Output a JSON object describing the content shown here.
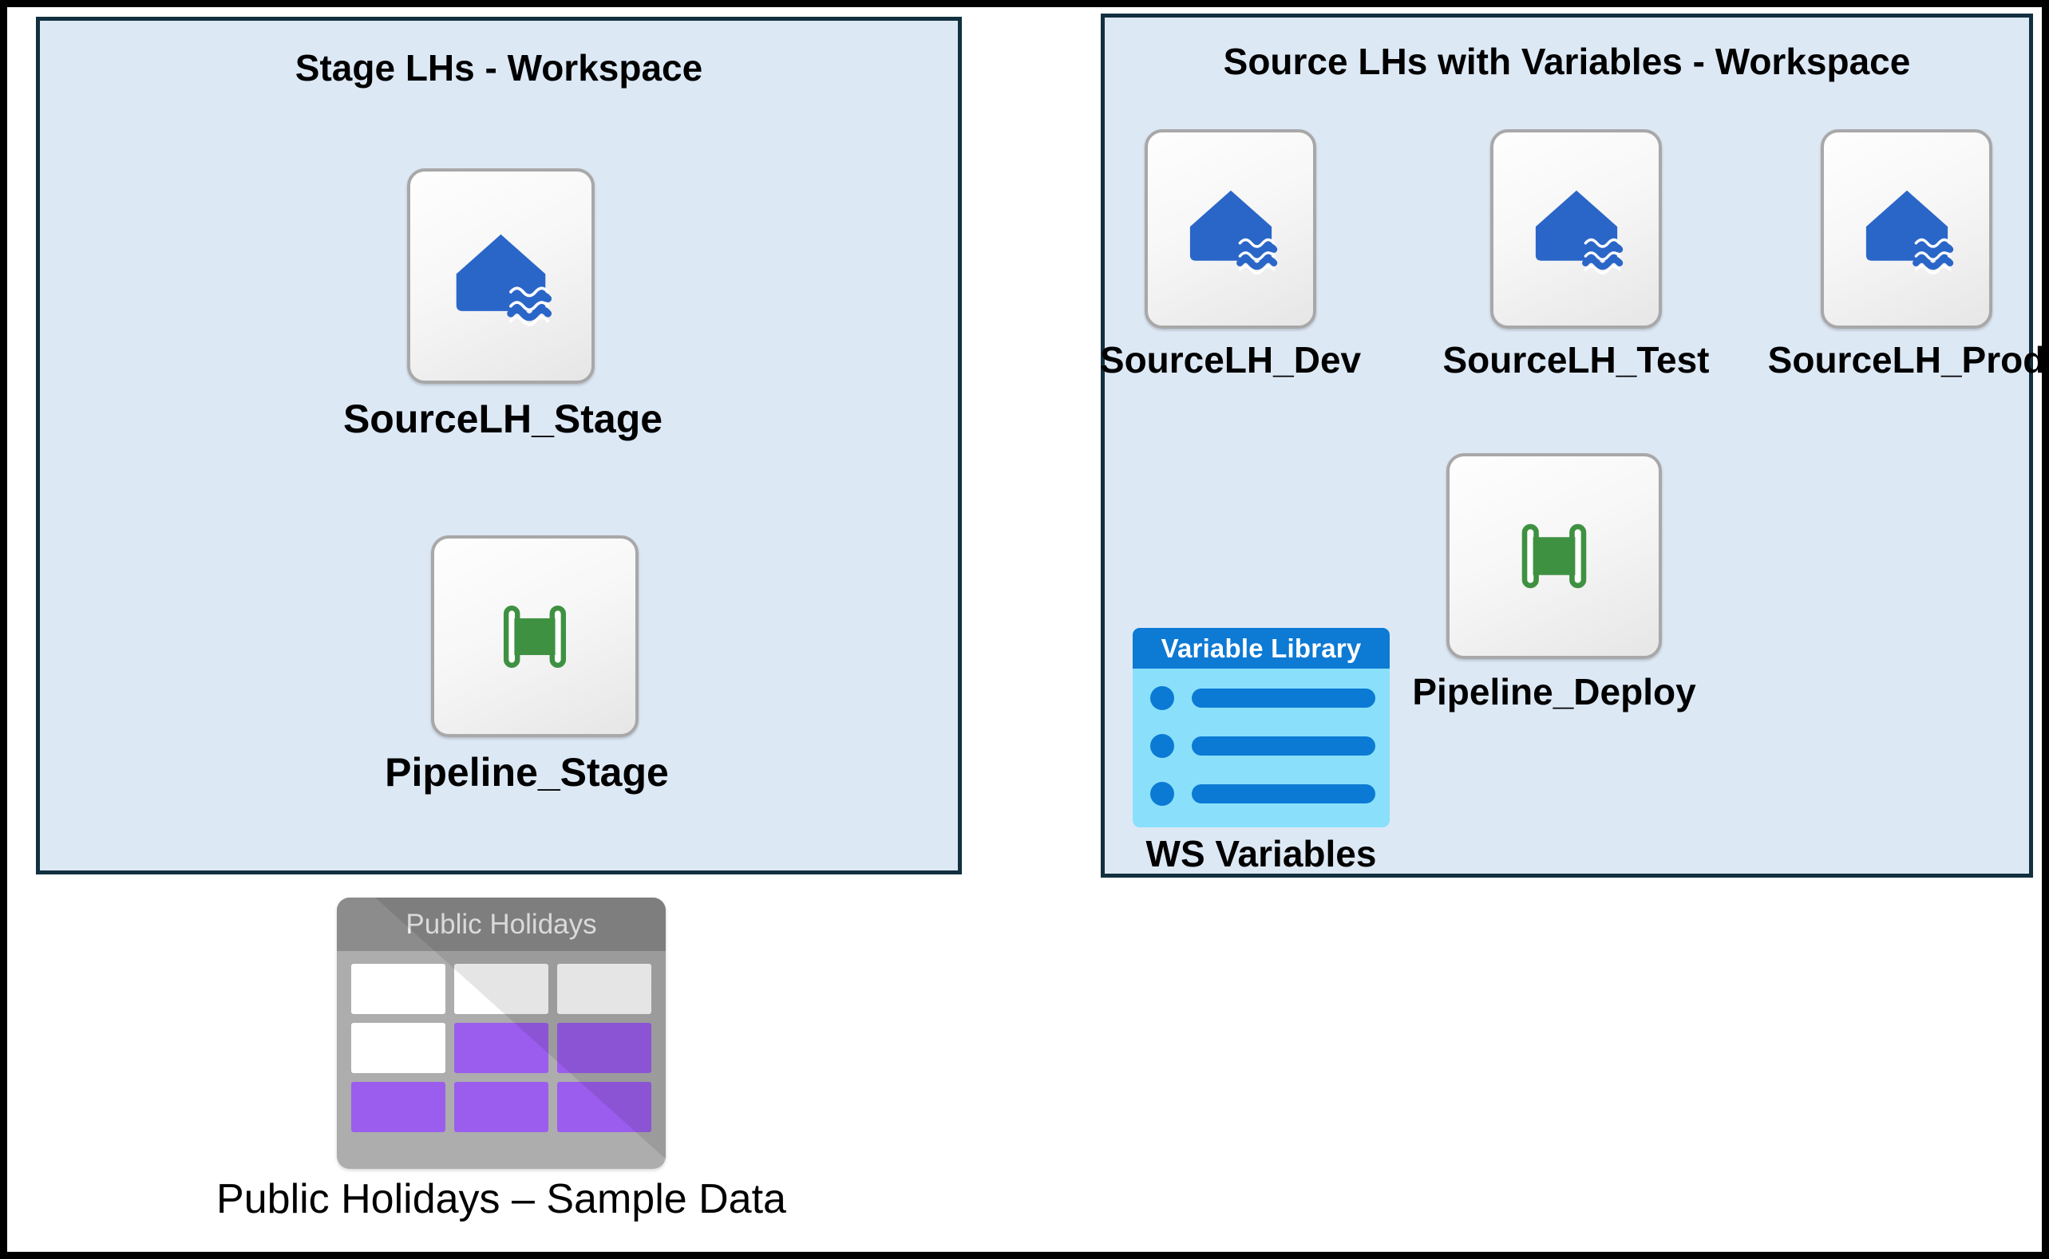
{
  "panels": [
    {
      "id": "stage-workspace",
      "title": "Stage LHs - Workspace",
      "items": [
        {
          "id": "sourcelh-stage",
          "icon": "lakehouse-icon",
          "label": "SourceLH_Stage"
        },
        {
          "id": "pipeline-stage",
          "icon": "pipeline-icon",
          "label": "Pipeline_Stage"
        }
      ]
    },
    {
      "id": "source-workspace",
      "title": "Source LHs with Variables - Workspace",
      "items": [
        {
          "id": "sourcelh-dev",
          "icon": "lakehouse-icon",
          "label": "SourceLH_Dev"
        },
        {
          "id": "sourcelh-test",
          "icon": "lakehouse-icon",
          "label": "SourceLH_Test"
        },
        {
          "id": "sourcelh-prod",
          "icon": "lakehouse-icon",
          "label": "SourceLH_Prod"
        },
        {
          "id": "pipeline-deploy",
          "icon": "pipeline-icon",
          "label": "Pipeline_Deploy"
        },
        {
          "id": "ws-variables",
          "icon": "variable-library-icon",
          "header": "Variable Library",
          "label": "WS Variables"
        }
      ]
    }
  ],
  "standalone": {
    "id": "public-holidays",
    "icon": "table-icon",
    "header": "Public Holidays",
    "label": "Public Holidays – Sample Data",
    "grid": [
      [
        "white",
        "white",
        "white"
      ],
      [
        "white",
        "purple",
        "purple"
      ],
      [
        "purple",
        "purple",
        "purple"
      ]
    ]
  },
  "colors": {
    "panel_fill": "#dde8f5",
    "panel_border": "#12303f",
    "lakehouse_blue": "#2a66c8",
    "pipeline_green": "#3f9142",
    "variable_header_blue": "#0d7ad4",
    "variable_body_blue": "#8ae0fb",
    "table_purple": "#9b5ded",
    "table_grey": "#adadad",
    "outer_border": "#000000"
  }
}
